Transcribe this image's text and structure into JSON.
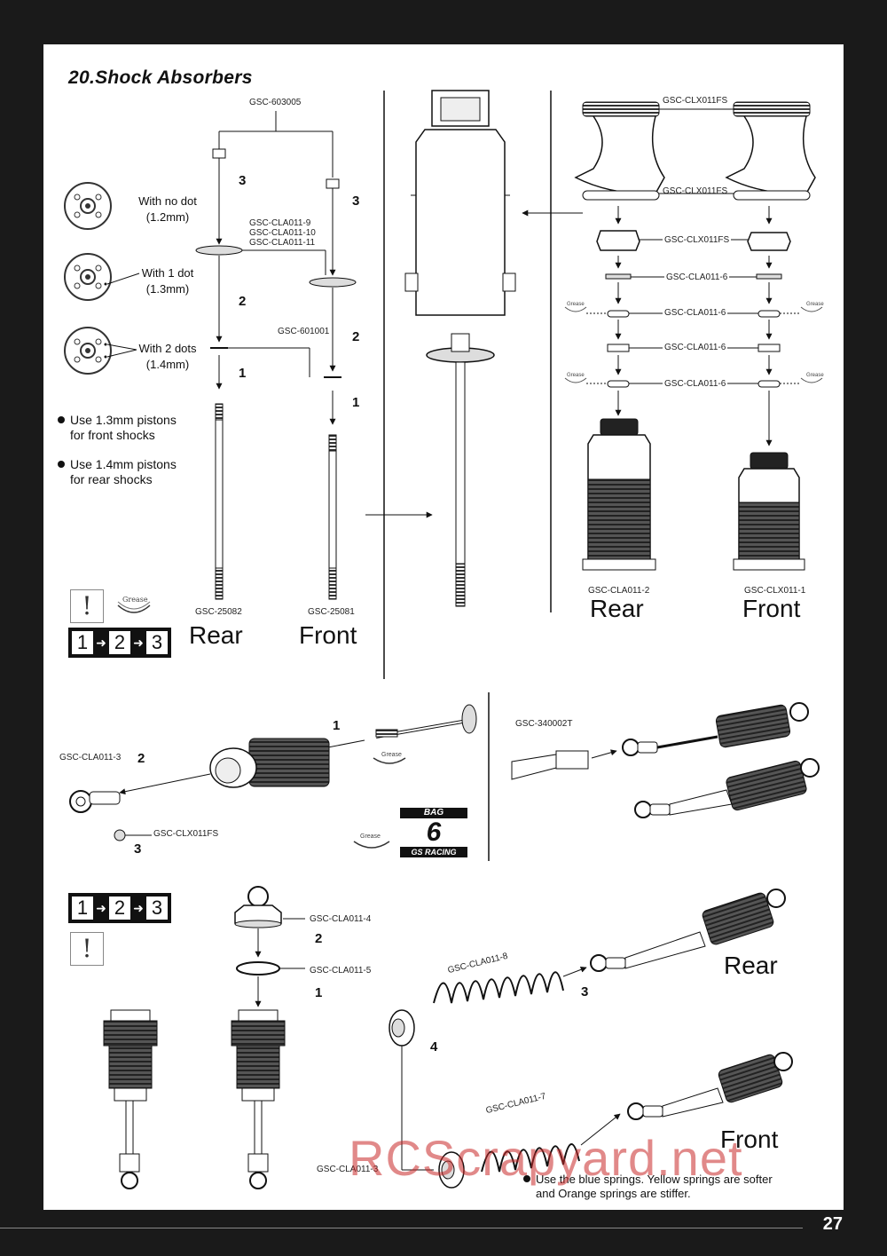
{
  "title": "20.Shock Absorbers",
  "page_number": "27",
  "watermark": "RCScrapyard.net",
  "section1": {
    "part_top": "GSC-603005",
    "part_pistons": [
      "GSC-CLA011-9",
      "GSC-CLA011-10",
      "GSC-CLA011-11"
    ],
    "part_clip": "GSC-601001",
    "piston_labels": [
      {
        "line1": "With no dot",
        "line2": "(1.2mm)"
      },
      {
        "line1": "With 1 dot",
        "line2": "(1.3mm)"
      },
      {
        "line1": "With 2 dots",
        "line2": "(1.4mm)"
      }
    ],
    "notes": [
      {
        "line1": "Use 1.3mm pistons",
        "line2": "for front shocks"
      },
      {
        "line1": "Use 1.4mm pistons",
        "line2": "for rear shocks"
      }
    ],
    "steps": {
      "s3a": "3",
      "s3b": "3",
      "s2a": "2",
      "s2b": "2",
      "s1a": "1",
      "s1b": "1"
    },
    "rear_part": "GSC-25082",
    "front_part": "GSC-25081",
    "rear_label": "Rear",
    "front_label": "Front",
    "grease": "Grease",
    "sequence": [
      "1",
      "2",
      "3"
    ]
  },
  "section2": {
    "cap_part": "GSC-CLX011FS",
    "cap_part2": "GSC-CLX011FS",
    "nut_part": "GSC-CLX011FS",
    "orings": [
      "GSC-CLA011-6",
      "GSC-CLA011-6",
      "GSC-CLA011-6",
      "GSC-CLA011-6"
    ],
    "grease": "Grease",
    "rear_body": "GSC-CLA011-2",
    "front_body": "GSC-CLX011-1",
    "rear_label": "Rear",
    "front_label": "Front"
  },
  "section3": {
    "end_part": "GSC-CLA011-3",
    "ball_part": "GSC-CLX011FS",
    "tool_part": "GSC-340002T",
    "steps": {
      "s1": "1",
      "s2": "2",
      "s3": "3"
    },
    "grease": "Grease",
    "bag": {
      "top": "BAG",
      "num": "6",
      "bottom": "GS RACING"
    }
  },
  "section4": {
    "sequence": [
      "1",
      "2",
      "3"
    ],
    "cap_part": "GSC-CLA011-4",
    "washer_part": "GSC-CLA011-5",
    "spring_rear": "GSC-CLA011-8",
    "spring_front": "GSC-CLA011-7",
    "retainer_part": "GSC-CLA011-3",
    "steps": {
      "s1": "1",
      "s2": "2",
      "s3": "3",
      "s4": "4"
    },
    "rear_label": "Rear",
    "front_label": "Front",
    "note_line1": "Use the blue springs. Yellow springs are softer",
    "note_line2": "and Orange springs are stiffer."
  }
}
